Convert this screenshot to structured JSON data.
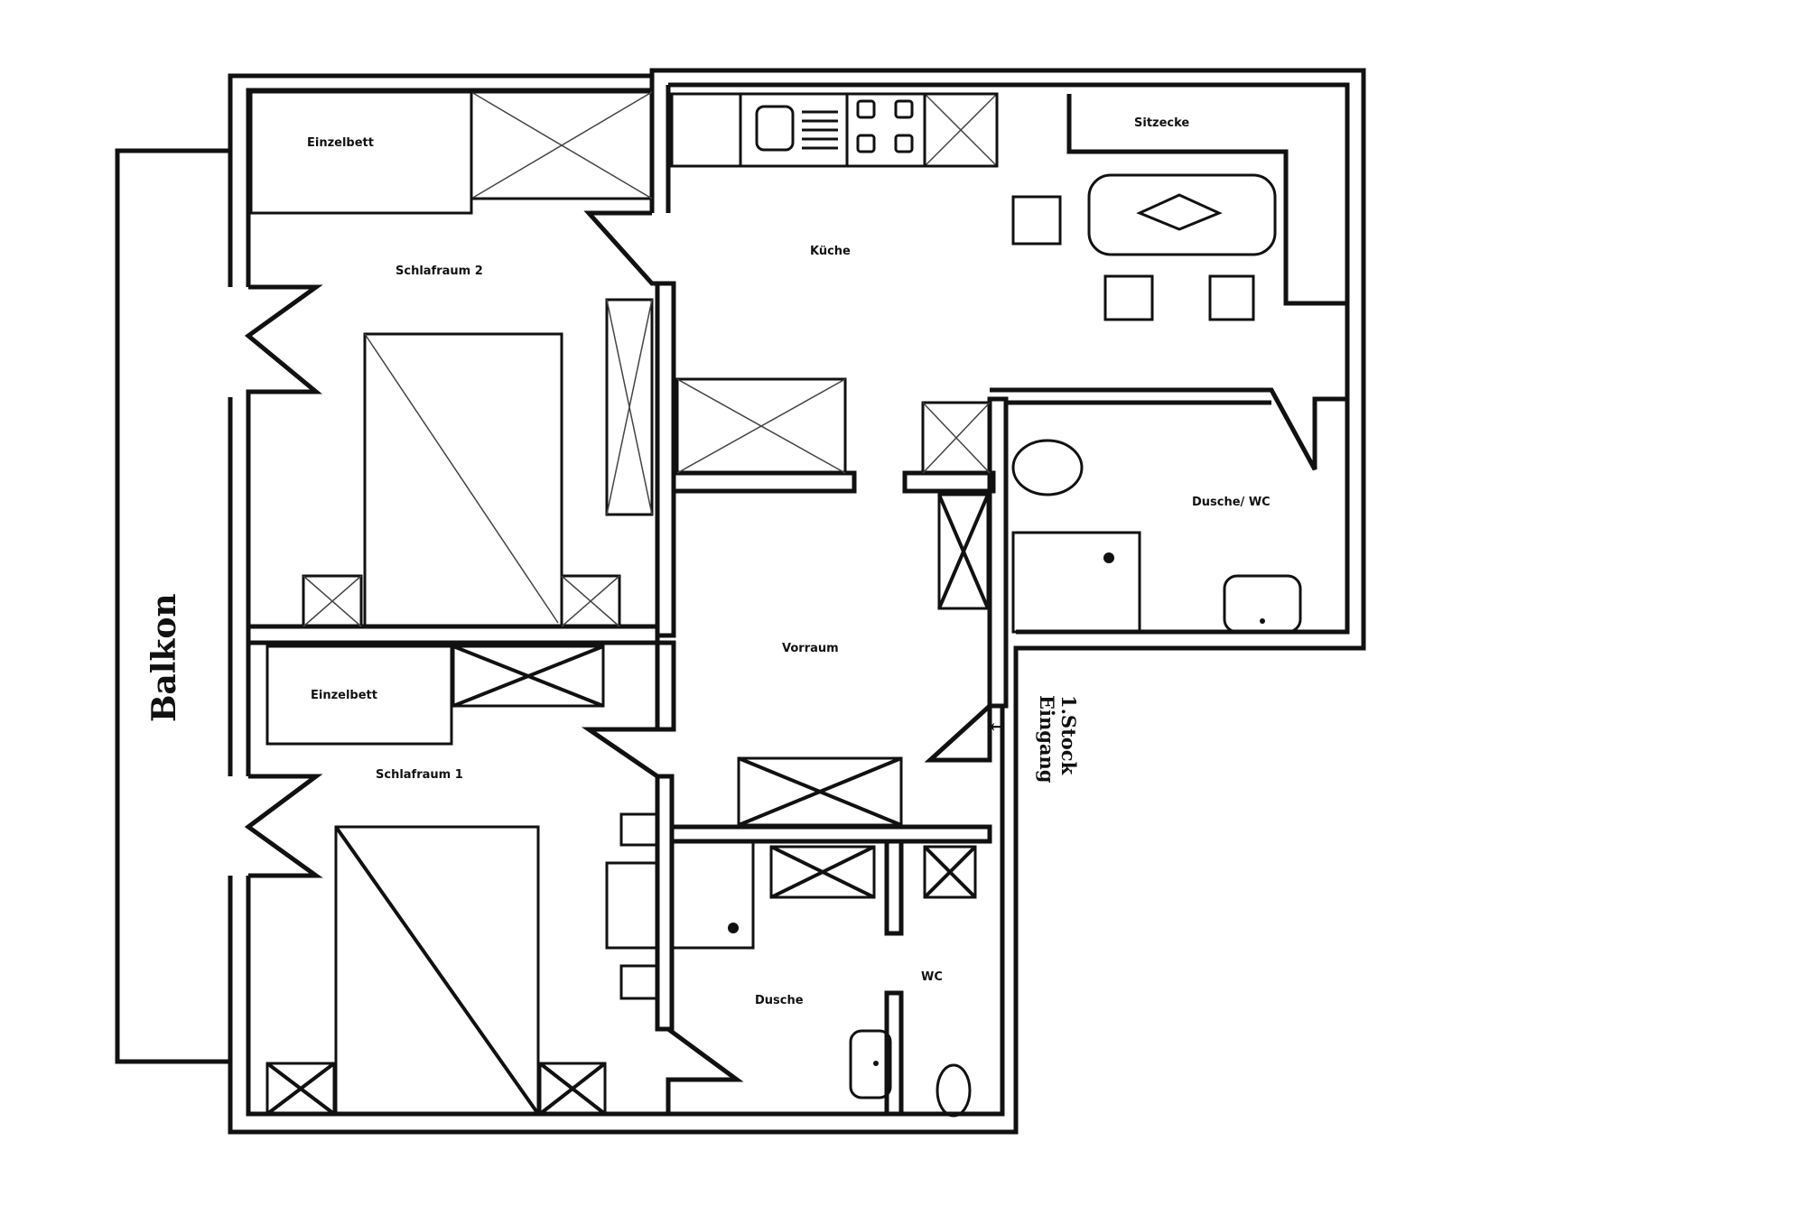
{
  "rooms": {
    "einzelbett_top": "Einzelbett",
    "schlafraum2": "Schlafraum 2",
    "kueche": "Küche",
    "sitzecke": "Sitzecke",
    "dusche_wc": "Dusche/ WC",
    "vorraum": "Vorraum",
    "einzelbett_bottom": "Einzelbett",
    "schlafraum1": "Schlafraum 1",
    "dusche": "Dusche",
    "wc": "WC"
  },
  "balkon": "Balkon",
  "entrance": {
    "line1": "1.Stock",
    "line2": "Eingang",
    "arrow": "↑"
  },
  "icons": {
    "closet": "closet-icon",
    "bed": "bed-icon",
    "sink": "sink-icon",
    "stove": "stove-icon",
    "table": "table-icon",
    "toilet": "toilet-icon",
    "shower": "shower-icon"
  }
}
